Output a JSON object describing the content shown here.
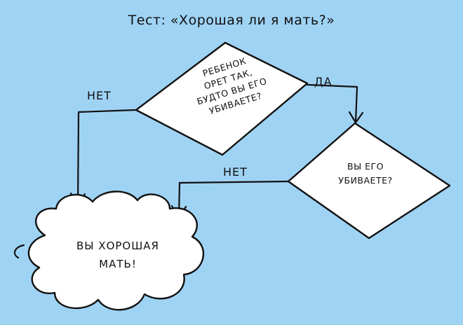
{
  "title": "Тест: «Хорошая ли я мать?»",
  "question1": {
    "lines": [
      "РЕБЕНОК",
      "ОРЕТ ТАК,",
      "БУДТО ВЫ ЕГО",
      "УБИВАЕТЕ?"
    ]
  },
  "question2": {
    "lines": [
      "ВЫ ЕГО",
      "УБИВАЕТЕ?"
    ]
  },
  "answer": {
    "lines": [
      "ВЫ ХОРОШАЯ",
      "МАТЬ!"
    ]
  },
  "edges": {
    "q1_no": "НЕТ",
    "q1_yes": "ДА",
    "q2_no": "НЕТ"
  },
  "colors": {
    "background": "#9fd3f4",
    "shape_fill": "#ffffff",
    "ink": "#111111"
  }
}
